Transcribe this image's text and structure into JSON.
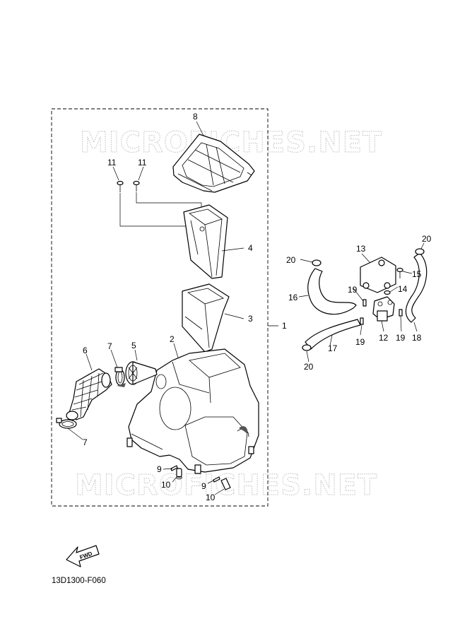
{
  "watermarks": [
    "MICROFICHES.NET",
    "MICROFICHES.NET"
  ],
  "diagram_code": "13D1300-F060",
  "fwd_label": "FWD",
  "callouts": {
    "c1": "1",
    "c2": "2",
    "c3": "3",
    "c4": "4",
    "c5": "5",
    "c6": "6",
    "c7a": "7",
    "c7b": "7",
    "c8": "8",
    "c9a": "9",
    "c9b": "9",
    "c10a": "10",
    "c10b": "10",
    "c11a": "11",
    "c11b": "11",
    "c12": "12",
    "c13": "13",
    "c14": "14",
    "c15": "15",
    "c16": "16",
    "c17": "17",
    "c18": "18",
    "c19a": "19",
    "c19b": "19",
    "c19c": "19",
    "c20a": "20",
    "c20b": "20",
    "c20c": "20"
  }
}
